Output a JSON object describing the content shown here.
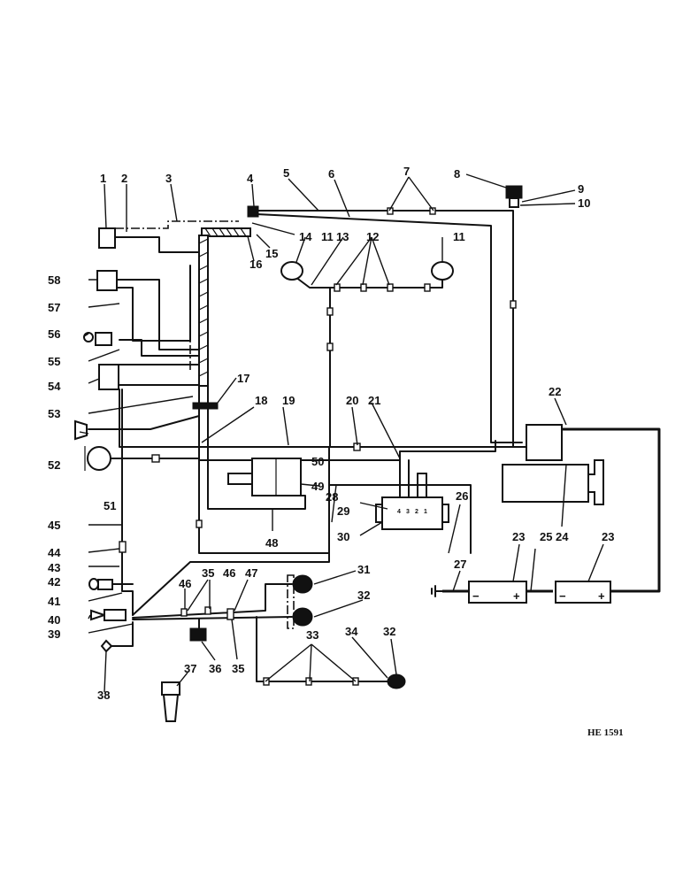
{
  "drawing_ref": "HE 1591",
  "callouts": [
    "1",
    "2",
    "3",
    "4",
    "5",
    "6",
    "7",
    "8",
    "9",
    "10",
    "11",
    "12",
    "13",
    "14",
    "15",
    "16",
    "17",
    "18",
    "19",
    "20",
    "21",
    "22",
    "23",
    "24",
    "25",
    "26",
    "27",
    "28",
    "29",
    "30",
    "31",
    "32",
    "33",
    "34",
    "35",
    "36",
    "37",
    "38",
    "39",
    "40",
    "41",
    "42",
    "43",
    "44",
    "45",
    "46",
    "47",
    "48",
    "49",
    "50",
    "51",
    "52",
    "53",
    "54",
    "55",
    "56",
    "57",
    "58"
  ],
  "terminal_marks": {
    "battery_neg": "−",
    "battery_pos": "+",
    "regulator": [
      "4",
      "3",
      "2",
      "1"
    ]
  }
}
